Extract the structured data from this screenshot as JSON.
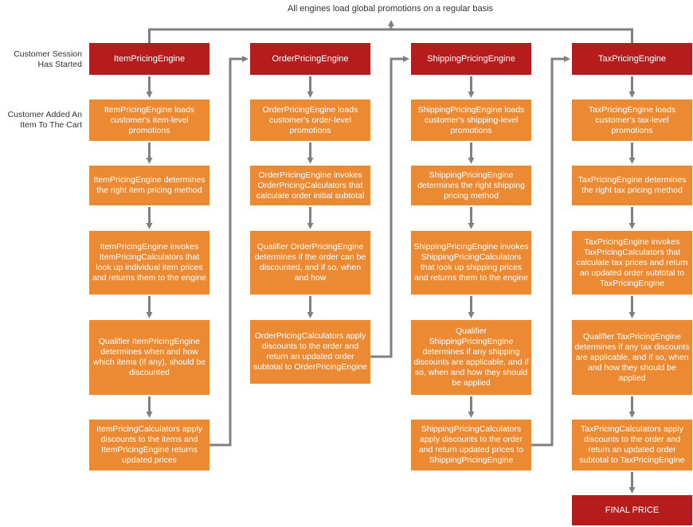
{
  "top_caption": "All engines load global promotions on a regular basis",
  "side_labels": {
    "session_started": "Customer Session Has Started",
    "item_added": "Customer Added An Item To The Cart"
  },
  "columns": [
    {
      "header": "ItemPricingEngine",
      "steps": [
        "ItemPricingEngine loads customer's item-level promotions",
        "ItemPricingEngine determines the right item pricing method",
        "ItemPricingEngine invokes ItemPricingCalculators that look up individual item prices and returns them to the engine",
        "Qualifier ItemPricingEngine determines when and how which items (if any), should be discounted",
        "ItemPricingCalculators apply discounts to the items and ItemPricingEngine returns updated prices"
      ]
    },
    {
      "header": "OrderPricingEngine",
      "steps": [
        "OrderPricingEngine loads customer's order-level promotions",
        "OrderPricingEngine invokes OrderPricingCalculators that calculate order initial subtotal",
        "Qualifier OrderPricingEngine determines if the order can be discounted, and if so, when and how",
        "OrderPricingCalculators apply discounts to the order and return an updated order subtotal to OrderPricingEngine"
      ]
    },
    {
      "header": "ShippingPricingEngine",
      "steps": [
        "ShippingPricingEngine loads customer's shipping-level promotions",
        "ShippingPricingEngine determines the right shipping pricing method",
        "ShippingPricingEngine invokes ShippingPricingCalculators that look up shipping prices and returns them to the engine",
        "Qualifier ShippingPricingEngine determines if any shipping discounts are applicable, and if so, when and how they should be applied",
        "ShippingPricingCalculators apply discounts to the order and return updated prices to ShippingPricingEngine"
      ]
    },
    {
      "header": "TaxPricingEngine",
      "steps": [
        "TaxPricingEngine loads customer's tax-level promotions",
        "TaxPricingEngine determines the right tax pricing method",
        "TaxPricingEngine invokes TaxPricingCalculators that calculate tax prices and return an updated order subtotal to TaxPricingEngine",
        "Qualifier TaxPricingEngine determines if any tax discounts are applicable, and if so, when and how they should be applied",
        "TaxPricingCalculators apply discounts to the order and return an updated order subtotal to TaxPricingEngine"
      ]
    }
  ],
  "final": "FINAL PRICE",
  "colors": {
    "header": "#b71c1c",
    "step": "#ec8a33",
    "connector": "#808080"
  }
}
